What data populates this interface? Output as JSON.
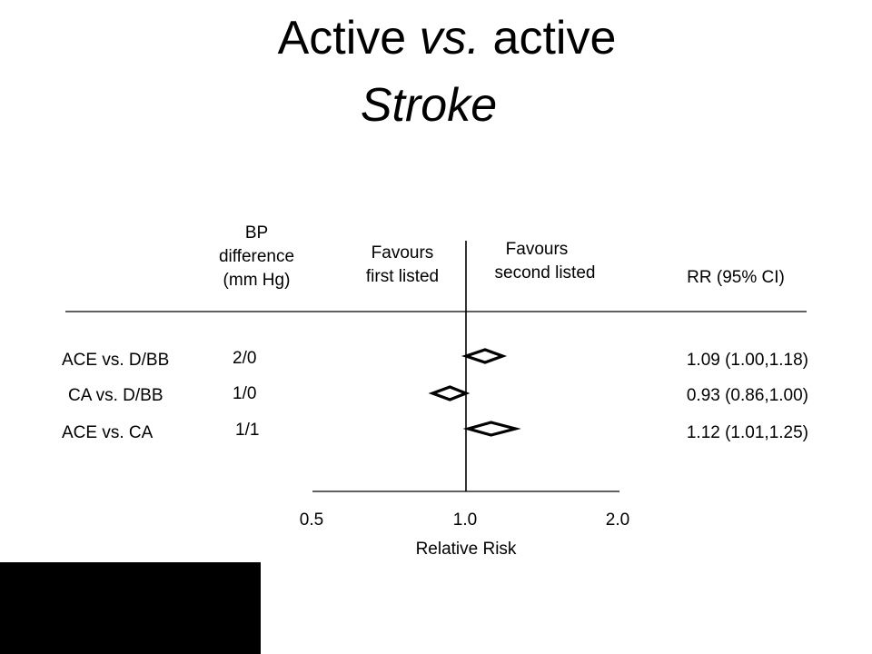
{
  "title_line1": "Active vs. active",
  "title_line1_plain": "Active ",
  "title_line1_italic": "vs.",
  "title_line1_end": " active",
  "title_line2": "Stroke",
  "colors": {
    "ink": "#000000",
    "background": "#ffffff",
    "block": "#000000"
  },
  "chart_data": {
    "type": "forest",
    "xscale": "log",
    "xlim": [
      0.5,
      2.0
    ],
    "reference_line": 1.0,
    "x_ticks": [
      "0.5",
      "1.0",
      "2.0"
    ],
    "xlabel": "Relative Risk",
    "header_bp": [
      "BP",
      "difference",
      "(mm Hg)"
    ],
    "header_favours_first": [
      "Favours",
      "first listed"
    ],
    "header_favours_second": [
      "Favours",
      "second listed"
    ],
    "header_ci": "RR (95% CI)",
    "rows": [
      {
        "label": "ACE vs. D/BB",
        "bp": "2/0",
        "rr": 1.09,
        "lo": 1.0,
        "hi": 1.18,
        "ci_text": "1.09 (1.00,1.18)"
      },
      {
        "label": "CA vs. D/BB",
        "bp": "1/0",
        "rr": 0.93,
        "lo": 0.86,
        "hi": 1.0,
        "ci_text": "0.93 (0.86,1.00)"
      },
      {
        "label": "ACE vs. CA",
        "bp": "1/1",
        "rr": 1.12,
        "lo": 1.01,
        "hi": 1.25,
        "ci_text": "1.12 (1.01,1.25)"
      }
    ]
  }
}
